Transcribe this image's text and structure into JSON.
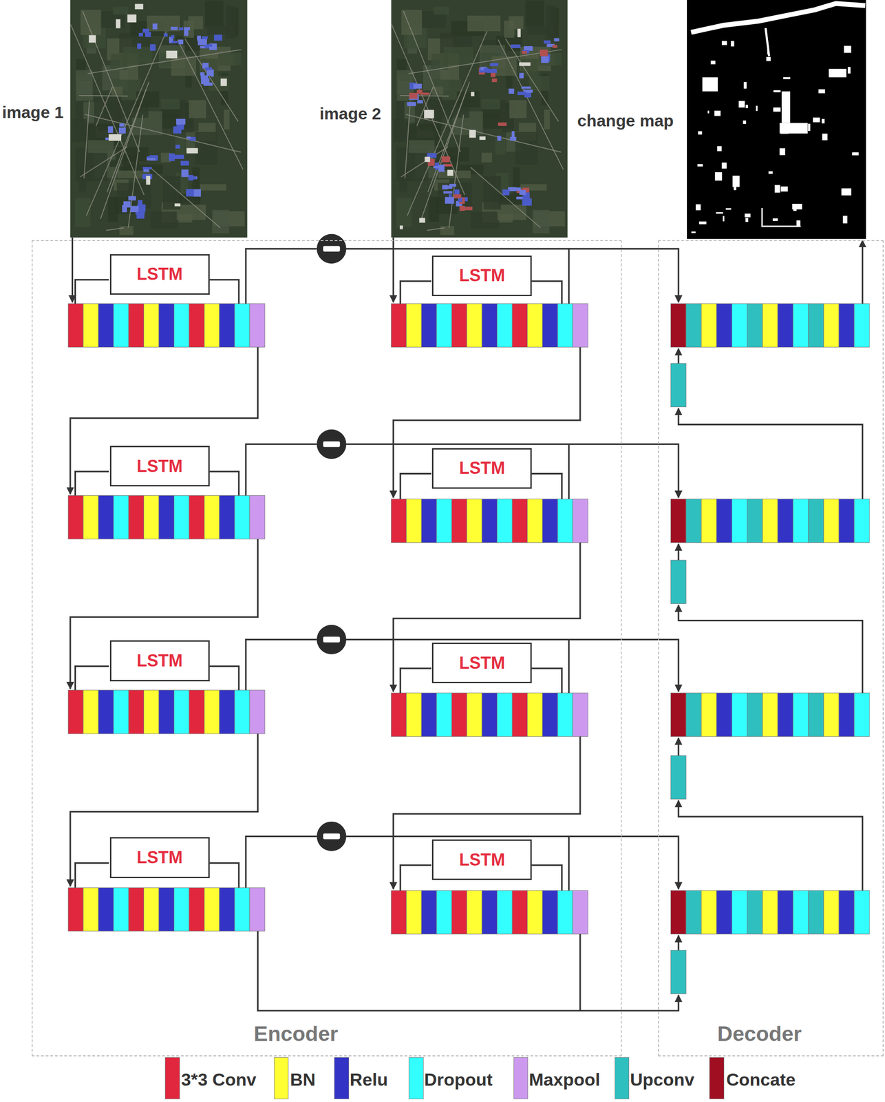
{
  "diagram": {
    "nodes": [
      {
        "text": [
          "Encoder"
        ]
      },
      {
        "text": [
          "Decoder"
        ]
      },
      {
        "text": [
          "LSTM"
        ],
        "in": 0
      },
      {
        "text": [
          "LSTM"
        ],
        "in": 0
      },
      {
        "text": [
          "LSTM"
        ],
        "in": 0
      },
      {
        "text": [
          "LSTM"
        ],
        "in": 0
      },
      {
        "text": [
          "LSTM"
        ],
        "in": 0
      },
      {
        "text": [
          "LSTM"
        ],
        "in": 0
      },
      {
        "text": [
          "LSTM"
        ],
        "in": 0
      },
      {
        "text": [
          "LSTM"
        ],
        "in": 0
      }
    ],
    "labels": [
      "image 1",
      "image 2",
      "change map"
    ],
    "legend": [
      {
        "text": "3*3 Conv",
        "color": "#e0273d"
      },
      {
        "text": "BN",
        "color": "#ffff33"
      },
      {
        "text": "Relu",
        "color": "#3333c6"
      },
      {
        "text": "Dropout",
        "color": "#33ffff"
      },
      {
        "text": "Maxpool",
        "color": "#cc99ee"
      },
      {
        "text": "Upconv",
        "color": "#2fbfbf"
      },
      {
        "text": "Concate",
        "color": "#a00e22"
      }
    ]
  }
}
